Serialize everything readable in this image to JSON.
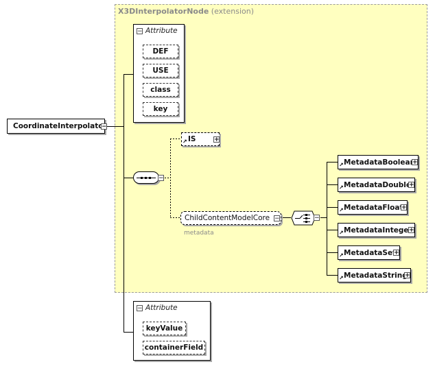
{
  "extension": {
    "base_name": "X3DInterpolatorNode",
    "suffix": "(extension)"
  },
  "root_element": {
    "name": "CoordinateInterpolator",
    "toggle": "−"
  },
  "attribute_group_top": {
    "header": "Attribute",
    "toggle": "−",
    "attributes": [
      "DEF",
      "USE",
      "class",
      "key"
    ]
  },
  "sequence": {
    "toggle": "−",
    "is_element": {
      "name": "IS",
      "toggle": "+"
    },
    "child_content": {
      "name": "ChildContentModelCore",
      "toggle": "−",
      "note": "metadata",
      "choice_toggle": "−",
      "metadata_elements": [
        {
          "name": "MetadataBoolean",
          "toggle": "+"
        },
        {
          "name": "MetadataDouble",
          "toggle": "+"
        },
        {
          "name": "MetadataFloat",
          "toggle": "+"
        },
        {
          "name": "MetadataInteger",
          "toggle": "+"
        },
        {
          "name": "MetadataSet",
          "toggle": "+"
        },
        {
          "name": "MetadataString",
          "toggle": "+"
        }
      ]
    }
  },
  "attribute_group_bottom": {
    "header": "Attribute",
    "toggle": "−",
    "attributes": [
      "keyValue",
      "containerField"
    ]
  },
  "colors": {
    "extension_background": "#ffffc0",
    "extension_border": "#9a9a9a",
    "shadow": "#a8a8a8"
  }
}
